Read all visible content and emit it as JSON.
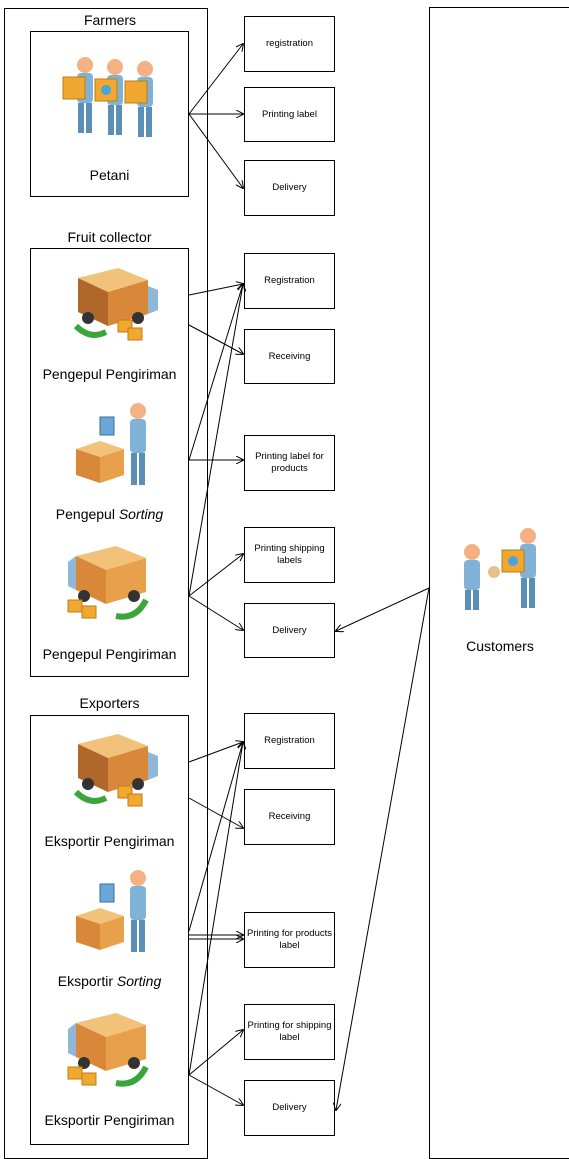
{
  "groups": {
    "farmers": {
      "title": "Farmers",
      "actors": [
        {
          "label": "Petani",
          "icon": "farmers-icon"
        }
      ],
      "processes": [
        "registration",
        "Printing label",
        "Delivery"
      ]
    },
    "collector": {
      "title": "Fruit collector",
      "actors": [
        {
          "label": "Pengepul Pengiriman",
          "icon": "truck-receiving-icon"
        },
        {
          "label_prefix": "Pengepul ",
          "label_em": "Sorting",
          "icon": "sorting-worker-icon"
        },
        {
          "label": "Pengepul Pengiriman",
          "icon": "truck-shipping-icon"
        }
      ],
      "processes": [
        "Registration",
        "Receiving",
        "Printing label for products",
        "Printing shipping labels",
        "Delivery"
      ]
    },
    "exporters": {
      "title": "Exporters",
      "actors": [
        {
          "label": "Eksportir Pengiriman",
          "icon": "truck-receiving-icon"
        },
        {
          "label_prefix": "Eksportir ",
          "label_em": "Sorting",
          "icon": "sorting-worker-icon"
        },
        {
          "label": "Eksportir Pengiriman",
          "icon": "truck-shipping-icon"
        }
      ],
      "processes": [
        "Registration",
        "Receiving",
        "Printing for products label",
        "Printing for shipping label",
        "Delivery"
      ]
    },
    "customers": {
      "title": "Customers",
      "icon": "customer-handover-icon"
    }
  },
  "colors": {
    "lines": "#000000",
    "box_fill": "#ffffff",
    "skin": "#f4b183",
    "shirt": "#7fb2d6",
    "box": "#f0a830",
    "truck_cab": "#8eb8d8",
    "truck_cargo": "#d9883a",
    "arrow_green": "#3aa63a"
  }
}
